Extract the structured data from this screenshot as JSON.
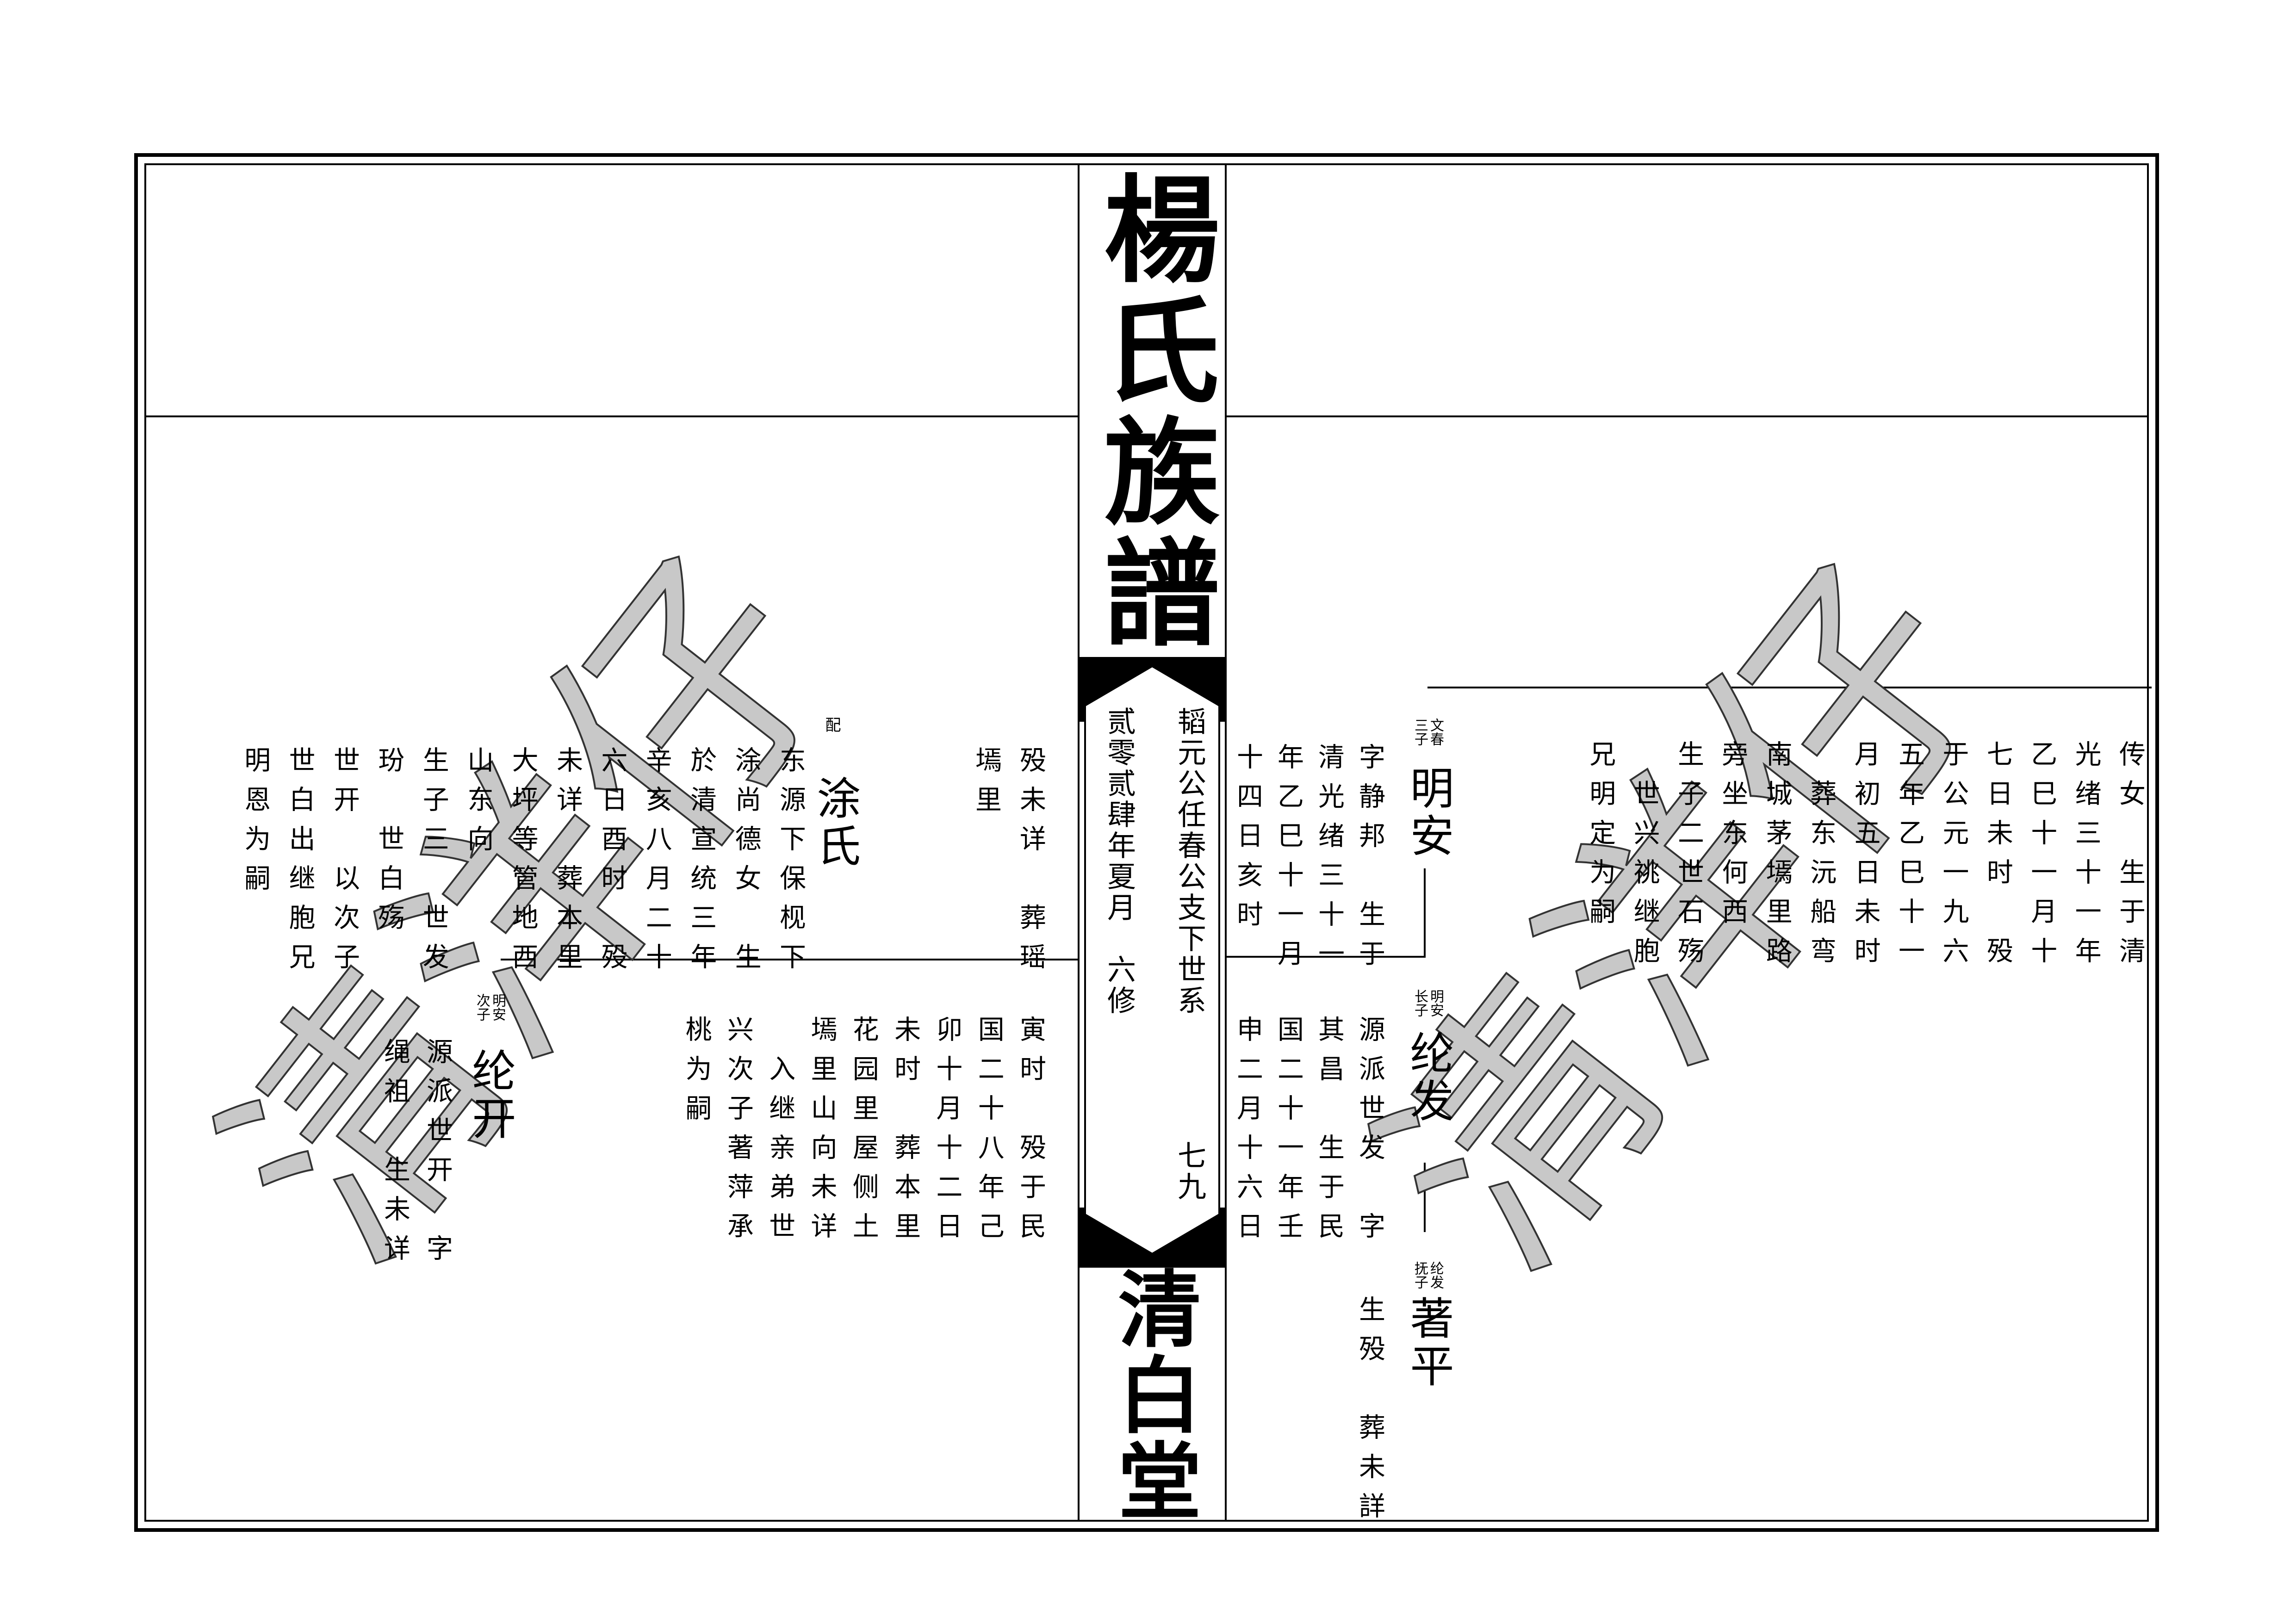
{
  "spine": {
    "title": "楊氏族譜",
    "hall_name": "清白堂",
    "lineage_title": "韬元公任春公支下世系",
    "page_number": "七九",
    "edition": "贰零贰肆年夏月　六修"
  },
  "watermark": "清洋仔",
  "right_page": {
    "continued_text": [
      "传女　生于清",
      "光绪三十一年",
      "乙巳十一月十",
      "七日未时　殁",
      "于公元一九六",
      "五年乙巳十一",
      "月初五日未时",
      "　葬东沅船弯",
      "南城茅墕里路",
      "旁坐东何西",
      "生子二世石殇",
      "　世兴祧继胞",
      "兄明定为嗣"
    ],
    "entries": [
      {
        "name": "明安",
        "father": "文春",
        "relation": "三子",
        "text": [
          "字静邦　生于",
          "清光绪三十一",
          "年乙巳十一月",
          "十四日亥时"
        ]
      },
      {
        "name": "纶发",
        "father": "明安",
        "relation": "长子",
        "text": [
          "源派世发　字",
          "其昌　生于民",
          "国二十一年壬",
          "申二月十六日"
        ]
      },
      {
        "name": "著平",
        "father": "纶发",
        "relation": "抚子",
        "text": [
          "生殁　葬未詳"
        ]
      }
    ]
  },
  "left_page": {
    "continued_top": [
      "殁未详　葬瑶",
      "墕里"
    ],
    "spouse": {
      "label": "配",
      "name": "涂氏",
      "text": [
        "东源下保枧下",
        "涂尚德女　生",
        "於清宣统三年",
        "辛亥八月二十",
        "六日酉时　殁",
        "未详　葬本里",
        "大坪等管地西",
        "山东向",
        "生子三　世发",
        "玢　世白殇",
        "世开　以次子",
        "世白出继胞兄",
        "明恩为嗣"
      ]
    },
    "continued_lower": [
      "寅时　殁于民",
      "国二十八年己",
      "卯十月十二日",
      "未时　葬本里",
      "花园里屋侧土",
      "墕里山向未详",
      "　入继亲弟世",
      "兴次子著萍承",
      "桃为嗣"
    ],
    "entry": {
      "name": "纶开",
      "father": "明安",
      "relation": "次子",
      "text": [
        "源派世开　字",
        "绳祖　生未详"
      ]
    }
  }
}
